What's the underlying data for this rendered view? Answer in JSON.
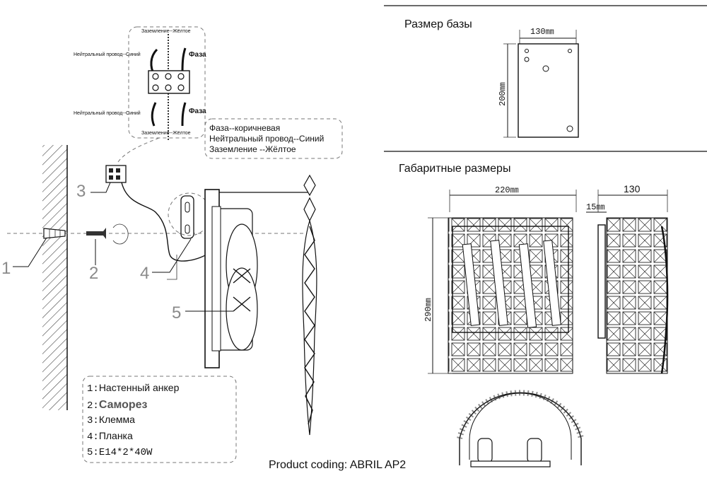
{
  "wiring": {
    "ground_top": "Заземление--Жёлтое",
    "neutral_top": "Нейтральный провод--Синий",
    "phase_top": "Фаза",
    "neutral_bottom": "Нейтральный провод--Синий",
    "phase_bottom": "Фаза",
    "ground_bottom": "Заземление--Жёлтое",
    "legend": [
      "Фаза--коричневая",
      "Нейтральный провод--Синий",
      "Заземление --Жёлтое"
    ]
  },
  "callouts": [
    "1",
    "2",
    "3",
    "4",
    "5"
  ],
  "parts_list": [
    {
      "num": "1:",
      "name": "Настенный анкер"
    },
    {
      "num": "2:",
      "name": "Саморез"
    },
    {
      "num": "3:",
      "name": "Клемма"
    },
    {
      "num": "4:",
      "name": "Планка"
    },
    {
      "num": "5:",
      "name": "E14*2*40W"
    }
  ],
  "base_size": {
    "title": "Размер базы",
    "width": "130㎜",
    "height": "200㎜"
  },
  "overall": {
    "title": "Габаритные размеры",
    "width": "220㎜",
    "depth": "130",
    "offset": "15㎜",
    "height": "290㎜"
  },
  "product_code": "Product coding: ABRIL AP2"
}
